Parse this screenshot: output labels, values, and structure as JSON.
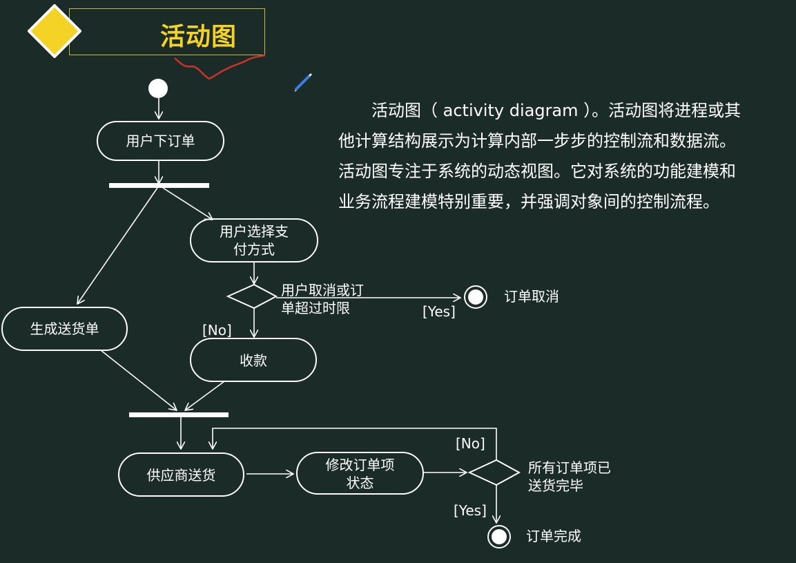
{
  "slide": {
    "title": "活动图",
    "corner_text": "· ·  ·· · ·"
  },
  "description": [
    "活动图（ activity diagram ）。活动图将进程或其",
    "他计算结构展示为计算内部一步步的控制流和数据流。",
    "活动图专注于系统的动态视图。它对系统的功能建模和",
    "业务流程建模特别重要，并强调对象间的控制流程。"
  ],
  "diagram": {
    "activities": {
      "place_order": "用户下订单",
      "choose_payment": "用户选择支付方式",
      "choose_payment_line1": "用户选择支",
      "choose_payment_line2": "付方式",
      "delivery_note": "生成送货单",
      "collect_payment": "收款",
      "supplier_ship": "供应商送货",
      "update_status_line1": "修改订单项",
      "update_status_line2": "状态"
    },
    "decisions": {
      "cancel_line1": "用户取消或订",
      "cancel_line2": "单超过时限",
      "all_shipped_line1": "所有订单项已",
      "all_shipped_line2": "送货完毕"
    },
    "guards": {
      "cancel_yes": "[Yes]",
      "cancel_no": "[No]",
      "shipped_no": "[No]",
      "shipped_yes": "[Yes]"
    },
    "final_states": {
      "order_cancelled": "订单取消",
      "order_complete": "订单完成"
    }
  },
  "colors": {
    "background": "#1b2b27",
    "title": "#f5d326",
    "logo_diamond": "#f5d326",
    "annotation_red": "#d2302a",
    "line": "#ffffff"
  }
}
